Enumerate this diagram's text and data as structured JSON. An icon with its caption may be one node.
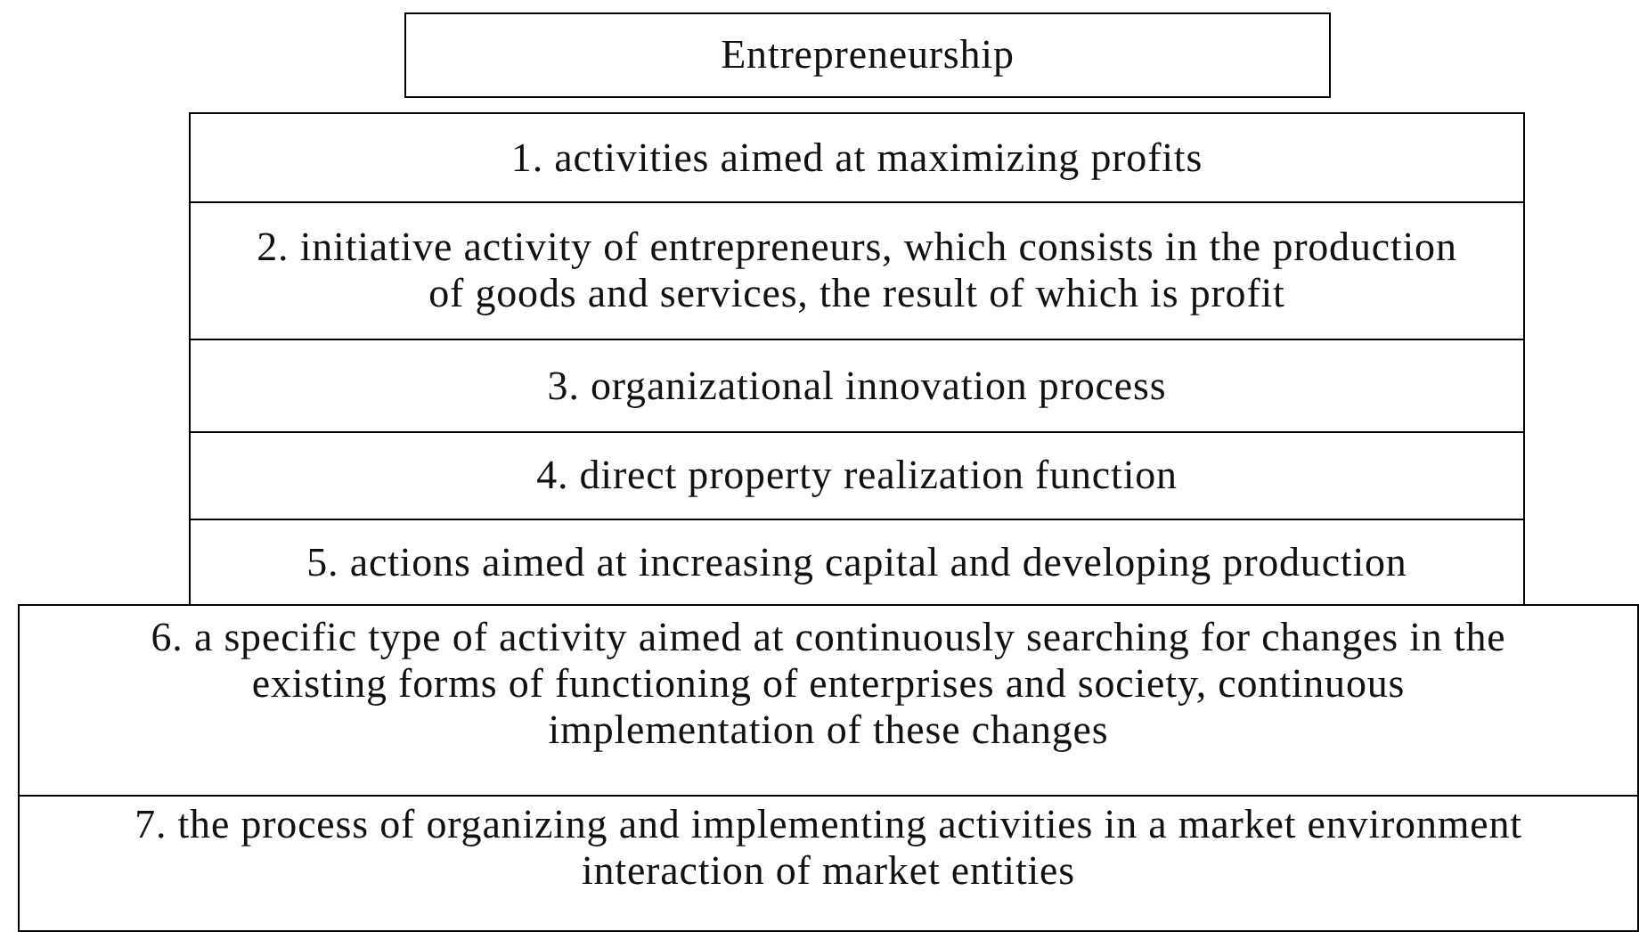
{
  "diagram": {
    "nodes": [
      {
        "text": [
          "Entrepreneurship"
        ]
      },
      {
        "text": [
          "1. activities aimed at maximizing profits"
        ]
      },
      {
        "text": [
          "2. initiative activity of entrepreneurs, which consists in the production of goods and services, the result of which is profit"
        ]
      },
      {
        "text": [
          "3. organizational innovation process"
        ]
      },
      {
        "text": [
          "4. direct property realization function"
        ]
      },
      {
        "text": [
          "5. actions aimed at increasing capital and developing production"
        ]
      },
      {
        "text": [
          "6. a specific type of activity aimed at continuously searching for changes in the existing forms of functioning of enterprises and society, continuous implementation of these changes"
        ]
      },
      {
        "text": [
          "7. the process of organizing and implementing activities in a market environment interaction of market entities"
        ]
      }
    ]
  }
}
